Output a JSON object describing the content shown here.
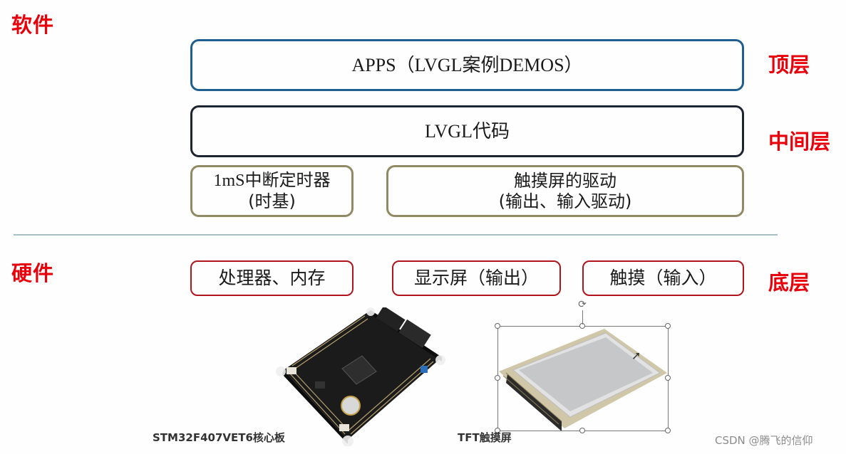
{
  "labels": {
    "software": "软件",
    "hardware": "硬件",
    "top_layer": "顶层",
    "middle_layer": "中间层",
    "bottom_layer": "底层"
  },
  "software_layers": {
    "apps": "APPS（LVGL案例DEMOS）",
    "lvgl": "LVGL代码",
    "timer": {
      "line1": "1mS中断定时器",
      "line2": "(时基)"
    },
    "touch_driver": {
      "line1": "触摸屏的驱动",
      "line2": "(输出、输入驱动)"
    }
  },
  "hardware_boxes": [
    {
      "label": "处理器、内存"
    },
    {
      "label": "显示屏（输出）"
    },
    {
      "label": "触摸（输入）"
    }
  ],
  "images": {
    "board_caption": "STM32F407VET6核心板",
    "screen_caption": "TFT触摸屏"
  },
  "colors": {
    "label_red": "#e8000b",
    "top_border": "#1f5f8f",
    "mid_border": "#1c2430",
    "driver_border": "#8f8a63",
    "hardware_border": "#b0141c",
    "divider": "#a7bfc6"
  },
  "watermark": "CSDN @腾飞的信仰"
}
